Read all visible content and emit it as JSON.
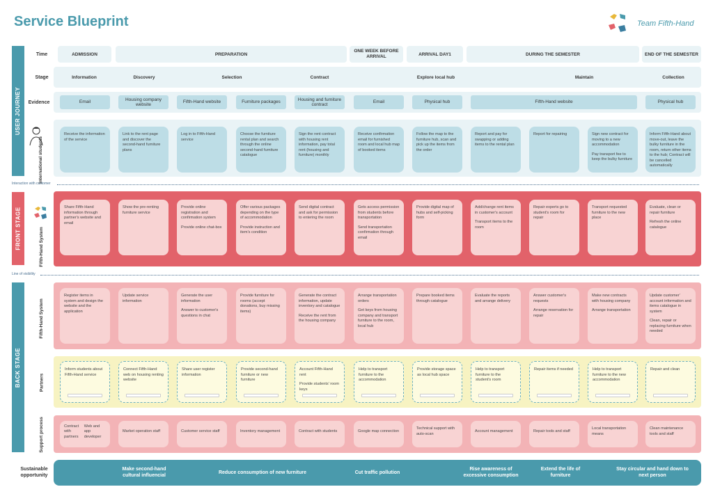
{
  "header": {
    "title": "Service Blueprint",
    "team": "Team Fifth-Hand"
  },
  "colors": {
    "teal": "#4a9aac",
    "red": "#e2626a",
    "pink": "#f8d3d3",
    "light_teal": "#bddde6",
    "yellow": "#f7f3c2"
  },
  "sections": {
    "user_journey": "USER JOURNEY",
    "front_stage": "FRONT STAGE",
    "back_stage": "BACK STAGE"
  },
  "row_labels": {
    "time": "Time",
    "stage": "Stage",
    "evidence": "Evidence",
    "students": "International students",
    "fh_front": "Fifth-Hand System",
    "fh_back": "Fifth-Hand System",
    "partners": "Partners",
    "support": "Support process",
    "sustainable": "Sustainable opportunity"
  },
  "lines": {
    "interaction": "Interaction with customer",
    "visibility": "Line of visibility"
  },
  "time": [
    "ADMISSION",
    "PREPARATION",
    "ONE WEEK BEFORE ARRIVAL",
    "ARRIVAL DAY1",
    "DURING THE SEMESTER",
    "END OF THE SEMESTER"
  ],
  "stages": [
    "Information",
    "Discovery",
    "Selection",
    "Contract",
    "Explore local hub",
    "Maintain",
    "Collection"
  ],
  "evidence": [
    "Email",
    "Housing company website",
    "Fifth-Hand website",
    "Furniture packages",
    "Housing and furniture contract",
    "Email",
    "Physical hub",
    "Fifth-Hand website",
    "Physical hub"
  ],
  "students": [
    [
      "Receive the information of the service"
    ],
    [
      "Link to the rent page and discover the second-hand furniture plans"
    ],
    [
      "Log in to Fifth-Hand service"
    ],
    [
      "Choose the furniture rental plan and search through the online second-hand furniture catalogue"
    ],
    [
      "Sign the rent contract with housing rent information, pay total rent (housing and furniture) monthly"
    ],
    [
      "Receive confirmation email for furnished room and local hub map of booked items"
    ],
    [
      "Follow the map to the furniture hub, scan and pick up the items from the order"
    ],
    [
      "Report and pay for swapping or adding items to the rental plan"
    ],
    [
      "Report for repairing"
    ],
    [
      "Sign new contract for moving to a new accommodation",
      "Pay transport fee to keep the bulky furniture"
    ],
    [
      "Inform Fifth-Hand about move-out, leave the bulky furniture in the room, return other items to the hub; Contract will be cancelled automatically"
    ]
  ],
  "front": [
    [
      "Share Fifth-Hand information through partner's website and email"
    ],
    [
      "Show the pre-renting furniture service"
    ],
    [
      "Provide online registration and confirmation system",
      "Provide online chat-box"
    ],
    [
      "Offer various packages depending on the type of accommodation",
      "Provide instruction and item's condition"
    ],
    [
      "Send digital contract and ask for permission to entering the room"
    ],
    [
      "Gets access permission from students before transportation",
      "Send transportation confirmation through email"
    ],
    [
      "Provide digital map of hubs and self-picking form"
    ],
    [
      "Add/change rent items in customer's account",
      "Transport items to the room"
    ],
    [
      "Repair experts go to student's room for repair"
    ],
    [
      "Transport requested furniture to the new place"
    ],
    [
      "Evaluate, clean or repair furniture",
      "Refresh the online catalogue"
    ]
  ],
  "back": [
    [
      "Register items in system and design the website and the application"
    ],
    [
      "Update service information"
    ],
    [
      "Generate the user information",
      "Answer to customer's questions in chat"
    ],
    [
      "Provide furniture for rooms (accept donations, buy missing items)"
    ],
    [
      "Generate the contract information, update inventory and catalogue",
      "Receive the rent from the housing company"
    ],
    [
      "Arrange transportation orders",
      "Get keys from housing company and transport furniture to the room, local hub"
    ],
    [
      "Prepare booked items through catalogue"
    ],
    [
      "Evaluate the reports and arrange delivery"
    ],
    [
      "Answer customer's requests",
      "Arrange reservation for repair"
    ],
    [
      "Make new contracts with housing company",
      "Arrange transportation"
    ],
    [
      "Update customer' account information and items catalogue in system",
      "Clean, repair or replacing furniture when needed"
    ]
  ],
  "partners": [
    [
      "Inform students about Fifth-Hand service"
    ],
    [
      "Connect Fifth-Hand web on housing renting website"
    ],
    [
      "Share user register information"
    ],
    [
      "Provide second-hand furniture or new furniture"
    ],
    [
      "Account Fifth-Hand rent",
      "Provide students' room keys"
    ],
    [
      "Help to transport furniture to the accommodation"
    ],
    [
      "Provide storage space as local hub space"
    ],
    [
      "Help to transport furniture to the student's room"
    ],
    [
      "Repair items if needed"
    ],
    [
      "Help to transport furniture to the new accommodation"
    ],
    [
      "Repair and clean"
    ]
  ],
  "support": [
    [
      "Contract with partners",
      "Web and app developer"
    ],
    [
      "Market operation staff"
    ],
    [
      "Customer service staff"
    ],
    [
      "Inventory management"
    ],
    [
      "Contract with students"
    ],
    [
      "Google map connection"
    ],
    [
      "Technical support with auto-scan"
    ],
    [
      "Account management"
    ],
    [
      "Repair tools and staff"
    ],
    [
      "Local transportation means"
    ],
    [
      "Clean maintenance tools and staff"
    ]
  ],
  "sustainable": [
    "Make second-hand cultural influencial",
    "Reduce consumption of new furniture",
    "Cut traffic pollution",
    "Rise awareness of excessive consumption",
    "Extend the life of furniture",
    "Stay circular and hand down to next person"
  ]
}
